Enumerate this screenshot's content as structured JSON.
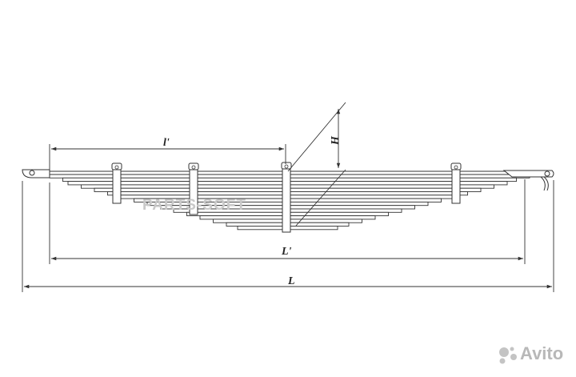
{
  "diagram": {
    "labels": {
      "L": "L",
      "L_prime": "L'",
      "l_prime": "l'",
      "H": "H"
    },
    "leaf_count": 16,
    "clamp_count": 4
  },
  "watermark": {
    "text": "PARTS-SOFT",
    "brand": "Avito"
  },
  "colors": {
    "line": "#333333",
    "leaf_fill": "#ffffff",
    "watermark": "#c9c9c9"
  }
}
